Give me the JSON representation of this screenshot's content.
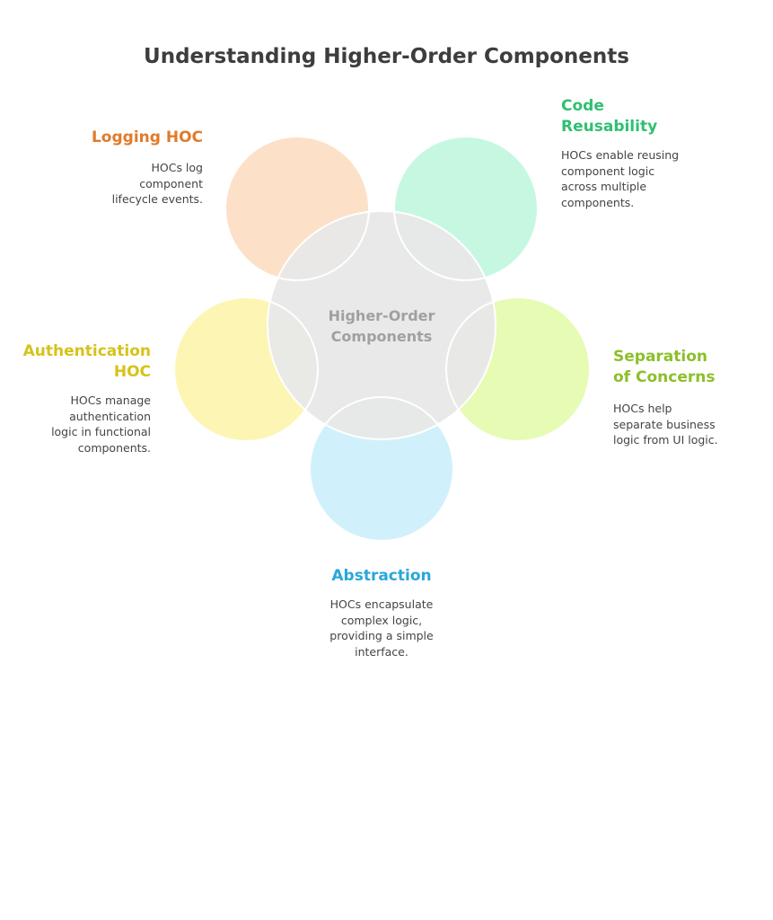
{
  "title": "Understanding Higher-Order Components",
  "center": {
    "line1": "Higher-Order",
    "line2": "Components",
    "color": "#e8e8e8"
  },
  "items": [
    {
      "key": "logging",
      "title": "Logging HOC",
      "desc": [
        "HOCs log",
        "component",
        "lifecycle events."
      ],
      "color": "#e07b2a",
      "fill": "#fde0c8"
    },
    {
      "key": "reuse",
      "title_lines": [
        "Code",
        "Reusability"
      ],
      "desc": [
        "HOCs enable reusing",
        "component logic",
        "across multiple",
        "components."
      ],
      "color": "#2fbf71",
      "fill": "#c6f8e1"
    },
    {
      "key": "auth",
      "title_lines": [
        "Authentication",
        "HOC"
      ],
      "desc": [
        "HOCs manage",
        "authentication",
        "logic in functional",
        "components."
      ],
      "color": "#d6c21a",
      "fill": "#fdf5b3"
    },
    {
      "key": "separation",
      "title_lines": [
        "Separation",
        "of Concerns"
      ],
      "desc": [
        "HOCs help",
        "separate business",
        "logic from UI logic."
      ],
      "color": "#8cbf2a",
      "fill": "#e6fbb3"
    },
    {
      "key": "abstraction",
      "title": "Abstraction",
      "desc": [
        "HOCs encapsulate",
        "complex logic,",
        "providing a simple",
        "interface."
      ],
      "color": "#2aa7d9",
      "fill": "#d0f1fb"
    }
  ]
}
